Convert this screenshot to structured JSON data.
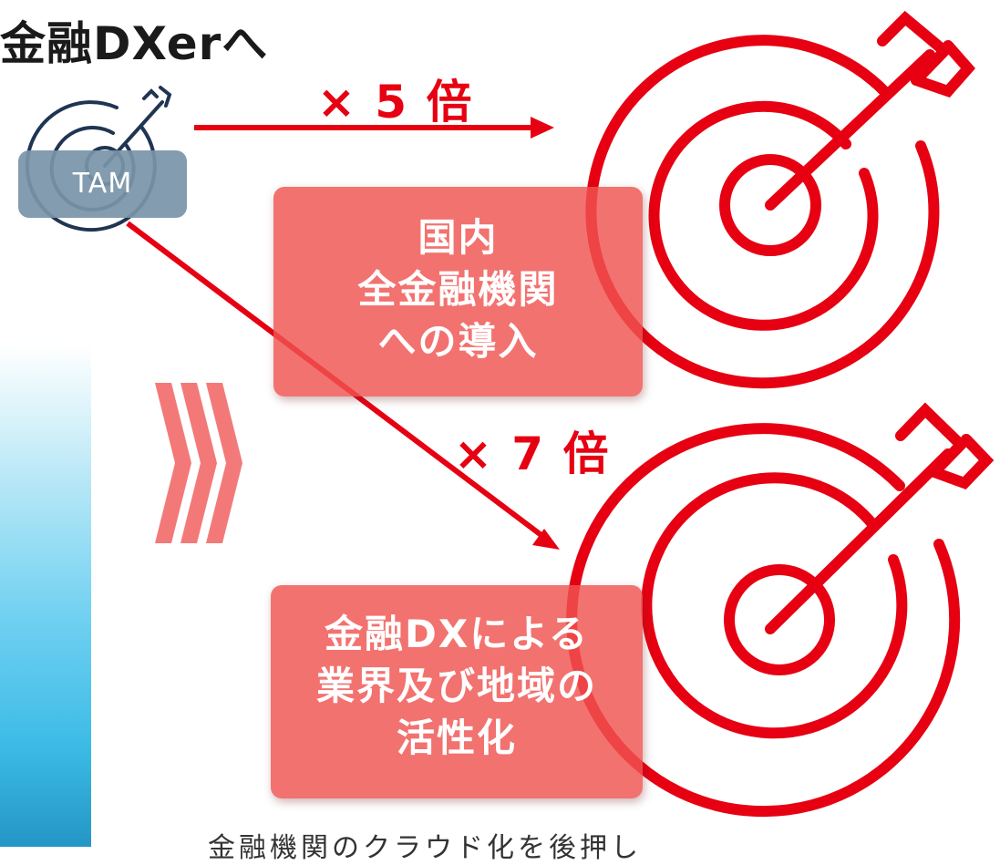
{
  "title": "金融DXerへ",
  "tam": {
    "label": "TAM"
  },
  "arrows": [
    {
      "multiplier": "× 5 倍"
    },
    {
      "multiplier": "× 7 倍"
    }
  ],
  "boxes": [
    {
      "lines": [
        "国内",
        "全金融機関",
        "への導入"
      ]
    },
    {
      "lines": [
        "金融DXによる",
        "業界及び地域の",
        "活性化"
      ]
    }
  ],
  "footer_note": "金融機関のクラウド化を後押し",
  "colors": {
    "accent_red": "#e60012",
    "box_fill": "#ef5350",
    "tam_badge": "#7a94a8",
    "navy_icon": "#1f3552",
    "chevron": "#f26b6b"
  },
  "icons": [
    "target-arrow-icon",
    "target-arrow-icon",
    "target-arrow-icon",
    "chevron-right-icon"
  ]
}
